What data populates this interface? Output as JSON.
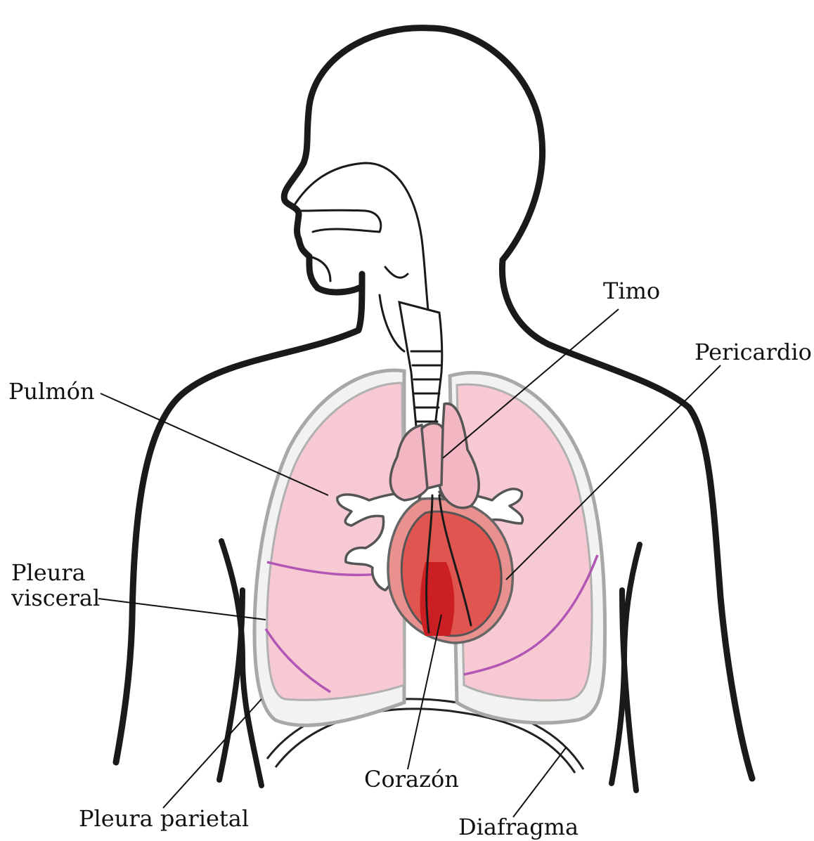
{
  "labels": {
    "timo": "Timo",
    "pericardio": "Pericardio",
    "pulmon": "Pulmón",
    "pleura_visceral_line1": "Pleura",
    "pleura_visceral_line2": "visceral",
    "pleura_parietal": "Pleura parietal",
    "corazon": "Corazón",
    "diafragma": "Diafragma"
  },
  "colors": {
    "lung": "#f7c9d2",
    "thymus": "#f3b7c4",
    "pericardium": "#e8918f",
    "heart": "#e0554f",
    "heart_dark": "#cc1f24",
    "fissure": "#b256b6",
    "pleura": "#a8a8a8"
  }
}
